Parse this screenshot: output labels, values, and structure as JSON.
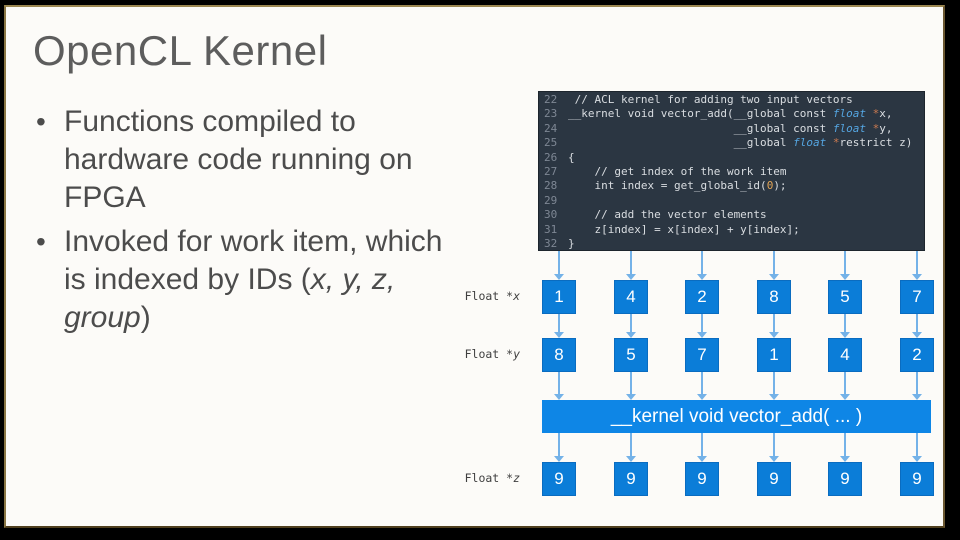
{
  "meta": {
    "slide_title": "OpenCL Kernel"
  },
  "colors": {
    "page_bg": "#000000",
    "slide_bg": "#fcfbf8",
    "frame_light": "#9b8751",
    "frame_mid": "#6b5832",
    "frame_mid2": "#8a7644",
    "frame_dark": "#4f3f1e",
    "title_color": "#5d5d5d",
    "body_text": "#4c4c4c",
    "accent_blue": "#0b7dd8",
    "bar_blue": "#0e86e6",
    "arrow_blue": "#74b2e8",
    "code_bg": "#2b3642",
    "code_text": "#d9dde1",
    "code_line_number": "#7e8794",
    "code_keyword": "#55a6e2",
    "code_operator": "#cb7a50",
    "code_number": "#e2a455"
  },
  "bullets": [
    {
      "lines": [
        [
          {
            "t": "Functions compiled to"
          }
        ],
        [
          {
            "t": "hardware code running on"
          }
        ],
        [
          {
            "t": "FPGA"
          }
        ]
      ]
    },
    {
      "lines": [
        [
          {
            "t": "Invoked for work item, which"
          }
        ],
        [
          {
            "t": "is indexed by IDs ("
          },
          {
            "t": "x, y, z,",
            "i": true
          }
        ],
        [
          {
            "t": "group",
            "i": true
          },
          {
            "t": ")"
          }
        ]
      ]
    }
  ],
  "code_editor": {
    "lines": [
      {
        "no": "22",
        "seg": [
          {
            "t": " // ACL kernel for adding two input vectors"
          }
        ]
      },
      {
        "no": "23",
        "seg": [
          {
            "t": "__kernel void vector_add(__global const "
          },
          {
            "t": "float",
            "c": "kw"
          },
          {
            "t": " "
          },
          {
            "t": "*",
            "c": "op"
          },
          {
            "t": "x,"
          }
        ]
      },
      {
        "no": "24",
        "seg": [
          {
            "t": "                         __global const "
          },
          {
            "t": "float",
            "c": "kw"
          },
          {
            "t": " "
          },
          {
            "t": "*",
            "c": "op"
          },
          {
            "t": "y,"
          }
        ]
      },
      {
        "no": "25",
        "seg": [
          {
            "t": "                         __global "
          },
          {
            "t": "float",
            "c": "kw"
          },
          {
            "t": " "
          },
          {
            "t": "*",
            "c": "op"
          },
          {
            "t": "restrict z)"
          }
        ]
      },
      {
        "no": "26",
        "seg": [
          {
            "t": "{"
          }
        ]
      },
      {
        "no": "27",
        "seg": [
          {
            "t": "    // get index of the work item"
          }
        ]
      },
      {
        "no": "28",
        "seg": [
          {
            "t": "    int index = get_global_id("
          },
          {
            "t": "0",
            "c": "num"
          },
          {
            "t": ");"
          }
        ]
      },
      {
        "no": "29",
        "seg": []
      },
      {
        "no": "30",
        "seg": [
          {
            "t": "    // add the vector elements"
          }
        ]
      },
      {
        "no": "31",
        "seg": [
          {
            "t": "    z[index] = x[index] + y[index];"
          }
        ]
      },
      {
        "no": "32",
        "seg": [
          {
            "t": "}"
          }
        ]
      }
    ]
  },
  "diagram": {
    "rows": [
      {
        "label_prefix": "Float *",
        "label_var": "x",
        "values": [
          "1",
          "4",
          "2",
          "8",
          "5",
          "7"
        ]
      },
      {
        "label_prefix": "Float *",
        "label_var": "y",
        "values": [
          "8",
          "5",
          "7",
          "1",
          "4",
          "2"
        ]
      },
      {
        "label_prefix": "Float *",
        "label_var": "z",
        "values": [
          "9",
          "9",
          "9",
          "9",
          "9",
          "9"
        ]
      }
    ],
    "kernel_bar_label": "__kernel void vector_add( ... )"
  }
}
